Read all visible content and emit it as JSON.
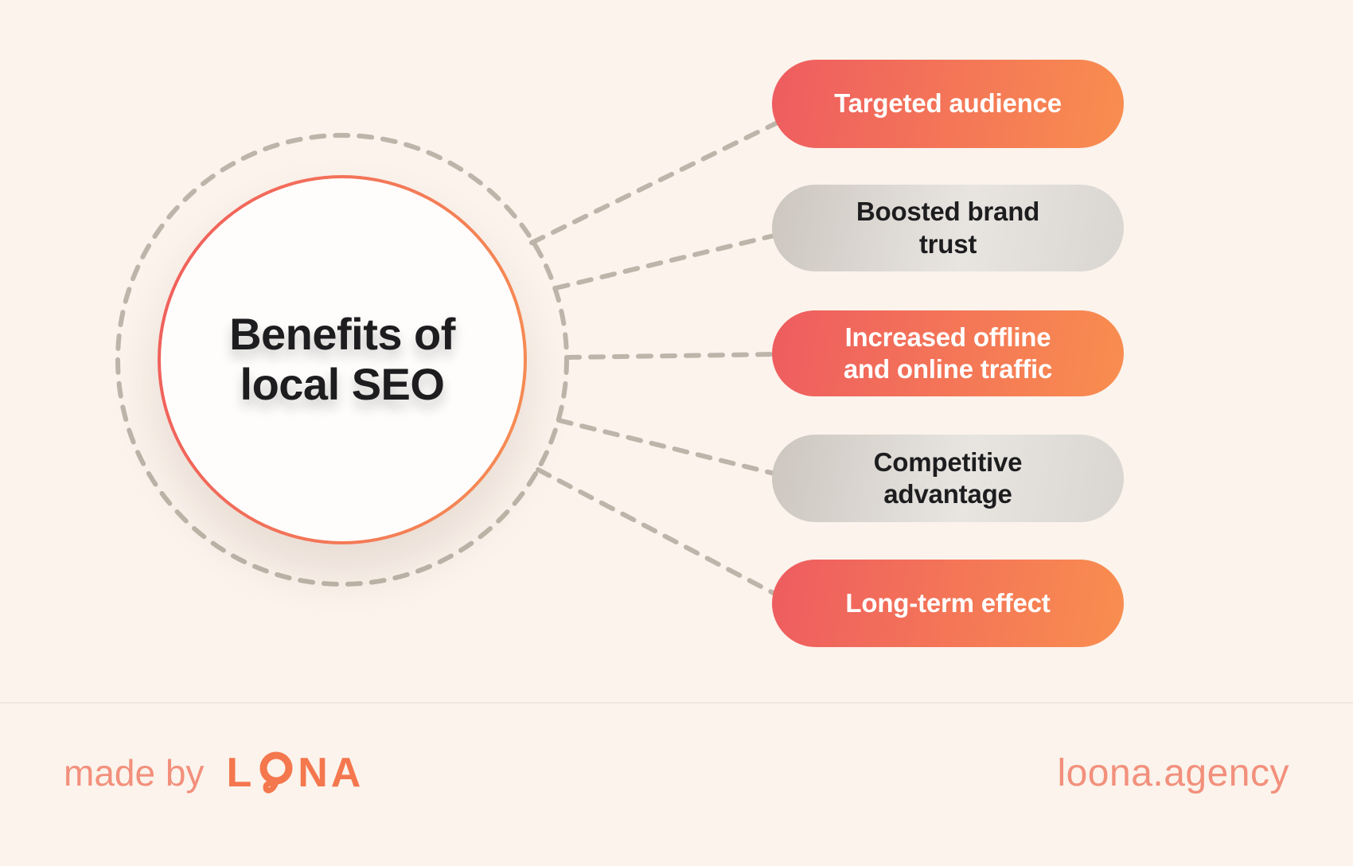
{
  "title": {
    "line1": "Benefits of",
    "line2": "local SEO"
  },
  "pills": [
    {
      "lines": [
        "Targeted audience",
        ""
      ],
      "style": "accent"
    },
    {
      "lines": [
        "Boosted brand",
        "trust"
      ],
      "style": "neutral"
    },
    {
      "lines": [
        "Increased offline",
        "and online traffic"
      ],
      "style": "accent"
    },
    {
      "lines": [
        "Competitive",
        "advantage"
      ],
      "style": "neutral"
    },
    {
      "lines": [
        "Long-term effect",
        ""
      ],
      "style": "accent"
    }
  ],
  "footer": {
    "made_by": "made by",
    "brand_prefix": "L",
    "brand_suffix": "NA",
    "site": "loona.agency"
  },
  "colors": {
    "background": "#FBF3EC",
    "accent_gradient_start": "#EE5C60",
    "accent_gradient_end": "#F98E4F",
    "neutral_gradient_start": "#CCC6BF",
    "neutral_gradient_end": "#D9D5D0",
    "dash": "#BDB5A9",
    "ring_gradient_start": "#F05D5C",
    "ring_gradient_end": "#F68E53",
    "title_text": "#1D1D1F",
    "footer_text": "#F2907C",
    "logo_color": "#F4774E"
  }
}
